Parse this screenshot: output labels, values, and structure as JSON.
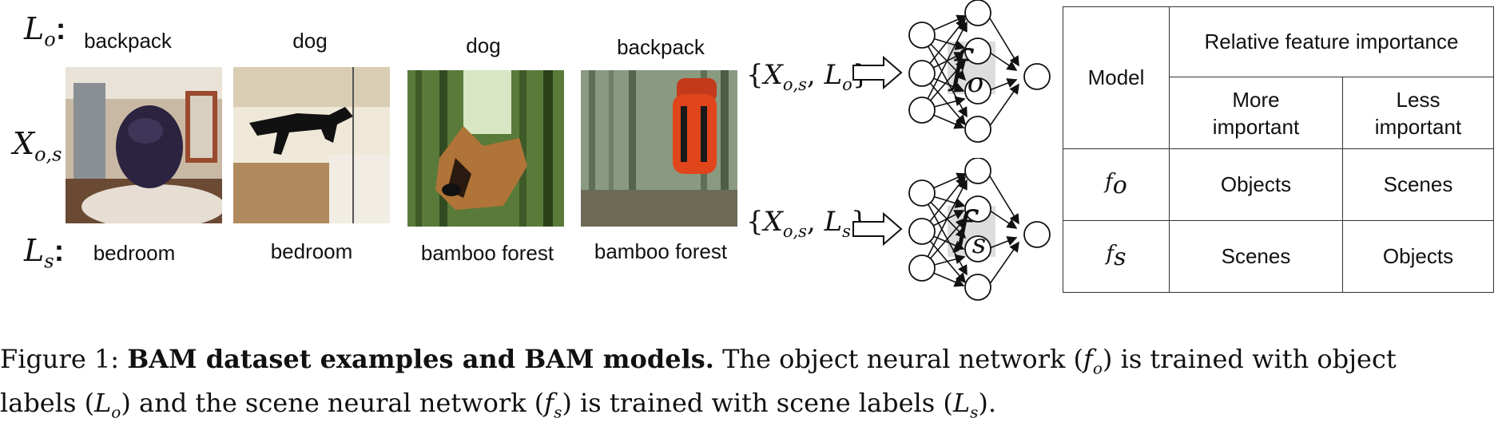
{
  "figure": {
    "row_labels": {
      "objects": "L",
      "objects_sub": "o",
      "inputs": "X",
      "inputs_sub": "o,s",
      "scenes": "L",
      "scenes_sub": "s"
    },
    "examples": [
      {
        "object": "backpack",
        "scene": "bedroom"
      },
      {
        "object": "dog",
        "scene": "bedroom"
      },
      {
        "object": "dog",
        "scene": "bamboo forest"
      },
      {
        "object": "backpack",
        "scene": "bamboo forest"
      }
    ],
    "inputs": {
      "top": {
        "open": "{",
        "x": "X",
        "x_sub": "o,s",
        "sep": ", ",
        "l": "L",
        "l_sub": "o",
        "close": "}"
      },
      "bottom": {
        "open": "{",
        "x": "X",
        "x_sub": "o,s",
        "sep": ", ",
        "l": "L",
        "l_sub": "s",
        "close": "}"
      }
    },
    "networks": [
      {
        "symbol": "f",
        "sub": "o"
      },
      {
        "symbol": "f",
        "sub": "s"
      }
    ],
    "table": {
      "model_header": "Model",
      "group_header": "Relative feature importance",
      "more_header_1": "More",
      "more_header_2": "important",
      "less_header_1": "Less",
      "less_header_2": "important",
      "rows": [
        {
          "model": "f",
          "model_sub": "o",
          "more": "Objects",
          "less": "Scenes"
        },
        {
          "model": "f",
          "model_sub": "s",
          "more": "Scenes",
          "less": "Objects"
        }
      ]
    },
    "colors": {
      "node_fill": "#dddddd",
      "backpack_orange": "#e0451c",
      "forest_green": "#5a7a3a"
    }
  },
  "caption": {
    "prefix": "Figure 1: ",
    "bold": "BAM dataset examples and BAM models.",
    "t1": " The object neural network (",
    "f1": "f",
    "f1_sub": "o",
    "t2": ") is trained with object",
    "t3": "labels (",
    "l1": "L",
    "l1_sub": "o",
    "t4": ") and the scene neural network (",
    "f2": "f",
    "f2_sub": "s",
    "t5": ") is trained with scene labels (",
    "l2": "L",
    "l2_sub": "s",
    "t6": ")."
  }
}
